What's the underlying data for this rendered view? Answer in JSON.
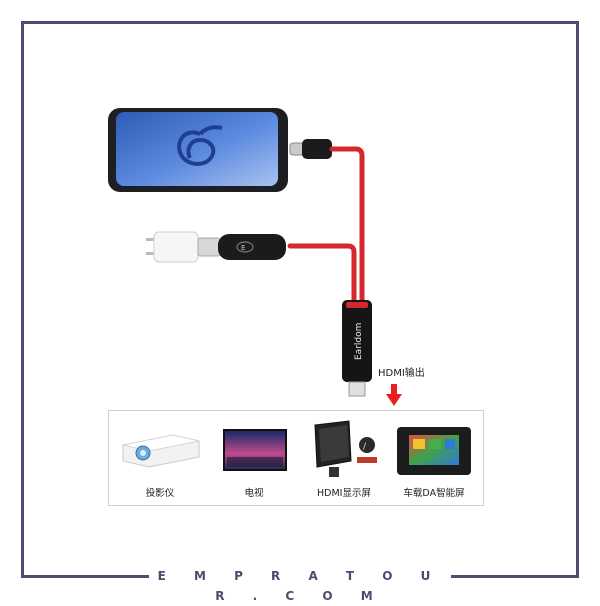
{
  "footer": {
    "brand": "E M P R A T O U R . C O M"
  },
  "cable": {
    "output_label": "HDMI输出",
    "logo_text": "Earldom"
  },
  "devices": [
    {
      "label": "投影仪",
      "icon": "projector-icon"
    },
    {
      "label": "电视",
      "icon": "tv-icon"
    },
    {
      "label": "HDMI显示屏",
      "icon": "hdmi-monitor-icon"
    },
    {
      "label": "车载DA智能屏",
      "icon": "car-screen-icon"
    }
  ],
  "colors": {
    "frame": "#4d4b6f",
    "cable": "#d4282c",
    "phone_blue": "#3f6fc8",
    "arrow": "#e8201f"
  }
}
